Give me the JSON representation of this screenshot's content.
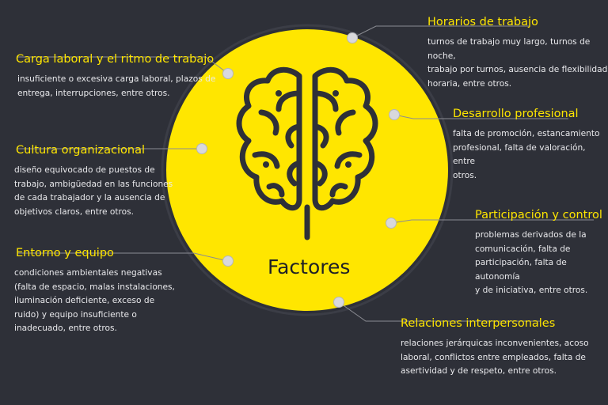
{
  "center_label": "Factores",
  "colors": {
    "background": "#2e3038",
    "accent": "#ffe600",
    "text": "#e9e9ec",
    "dot": "#d8d8dc"
  },
  "icons": {
    "center": "brain-icon"
  },
  "factors": [
    {
      "title": "Carga laboral y el ritmo de trabajo",
      "lines": [
        "insuficiente o excesiva carga laboral, plazos de",
        "entrega, interrupciones, entre otros."
      ]
    },
    {
      "title": "Cultura organizacional",
      "lines": [
        "diseño equivocado de puestos de",
        "trabajo, ambigüedad en las funciones",
        "de cada trabajador y la ausencia de",
        "objetivos claros, entre otros."
      ]
    },
    {
      "title": "Entorno y equipo",
      "lines": [
        "condiciones ambientales negativas",
        "(falta de espacio, malas instalaciones,",
        "iluminación deficiente, exceso de",
        "ruido) y equipo insuficiente o",
        "inadecuado, entre otros."
      ]
    },
    {
      "title": "Horarios de trabajo",
      "lines": [
        "turnos de trabajo muy largo, turnos de noche,",
        "trabajo por turnos, ausencia de flexibilidad",
        "horaria, entre otros."
      ]
    },
    {
      "title": "Desarrollo profesional",
      "lines": [
        "falta de promoción, estancamiento",
        "profesional, falta de valoración, entre",
        "otros."
      ]
    },
    {
      "title": "Participación y control",
      "lines": [
        "problemas derivados de la",
        "comunicación, falta de",
        "participación, falta de autonomía",
        "y de iniciativa, entre otros."
      ]
    },
    {
      "title": "Relaciones interpersonales",
      "lines": [
        "relaciones jerárquicas inconvenientes, acoso",
        "laboral, conflictos entre empleados, falta de",
        "asertividad y de respeto, entre otros."
      ]
    }
  ]
}
